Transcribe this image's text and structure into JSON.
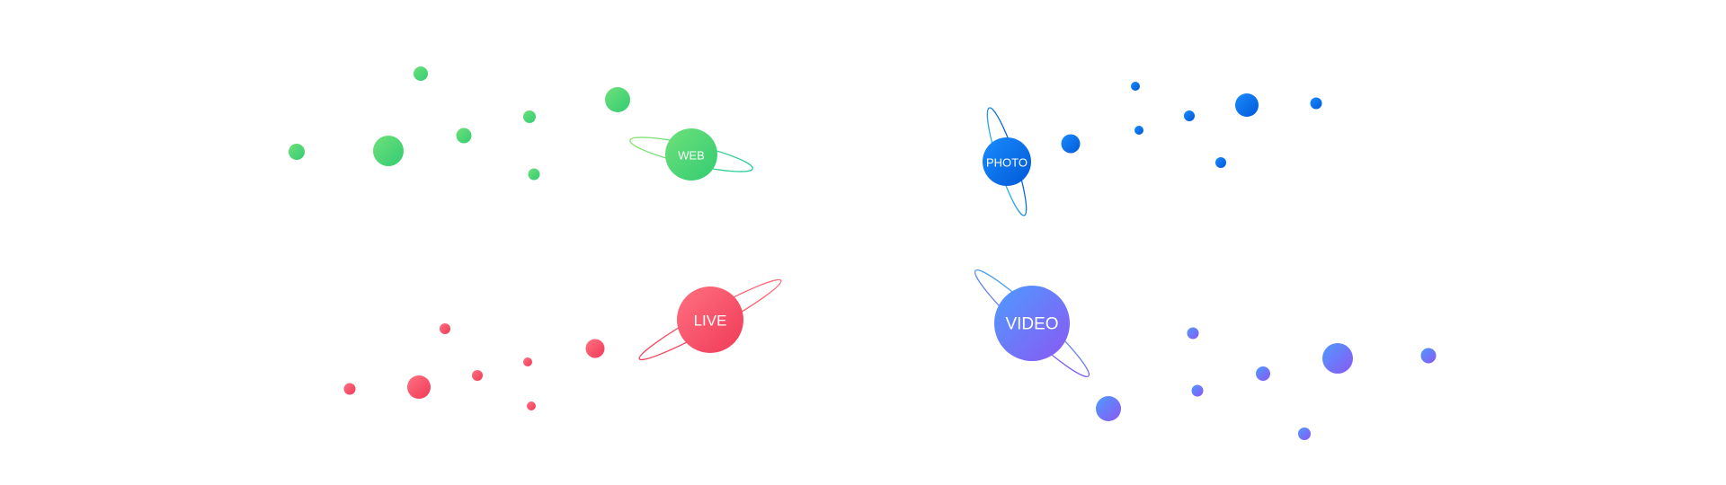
{
  "planets": {
    "web": {
      "label": "WEB",
      "color_start": "#6ee07a",
      "color_end": "#33cc73",
      "ring_start": "#7be06e",
      "ring_end": "#1ec9a0"
    },
    "photo": {
      "label": "PHOTO",
      "color_start": "#1a8cff",
      "color_end": "#0060dd",
      "ring_start": "#0a5fd6",
      "ring_end": "#2bb2e6"
    },
    "live": {
      "label": "LIVE",
      "color_start": "#ff6b78",
      "color_end": "#f2405a",
      "ring_start": "#ff5a6e",
      "ring_end": "#f23c5c"
    },
    "video": {
      "label": "VIDEO",
      "color_start": "#4d9bff",
      "color_end": "#8a5cf5",
      "ring_start": "#3fb0e8",
      "ring_end": "#8e4ff0"
    }
  }
}
